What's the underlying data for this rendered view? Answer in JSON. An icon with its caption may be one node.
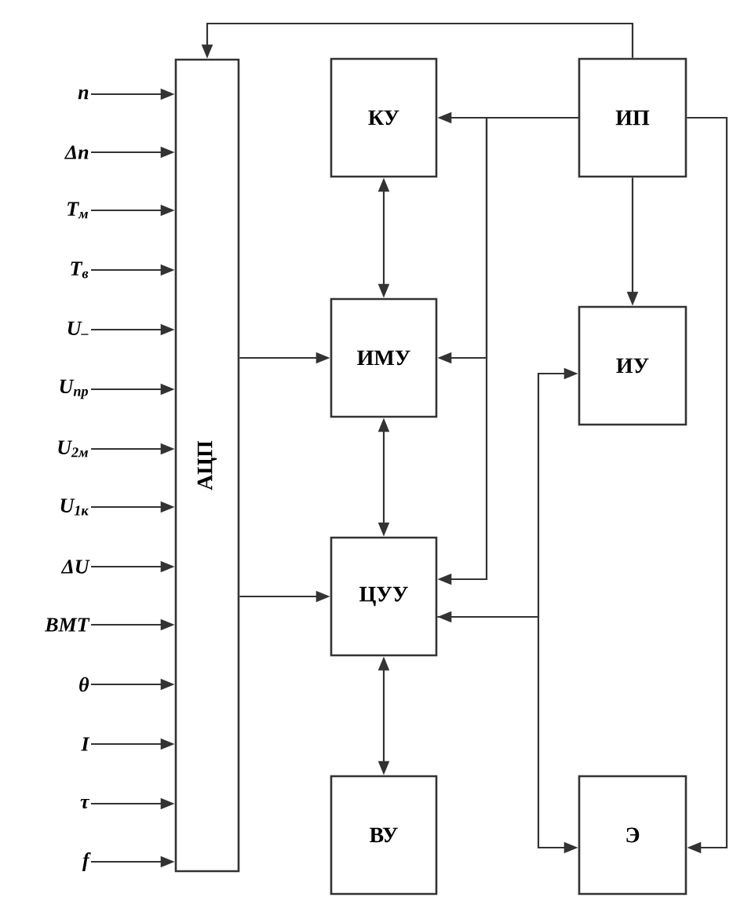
{
  "diagram": {
    "nodes": [
      {
        "text": [
          "n"
        ]
      },
      {
        "text": [
          "Δn"
        ]
      },
      {
        "text": [
          "T$_{м}$"
        ]
      },
      {
        "text": [
          "T$_{в}$"
        ]
      },
      {
        "text": [
          "U$_{–}$"
        ]
      },
      {
        "text": [
          "U$_{пр}$"
        ]
      },
      {
        "text": [
          "U$_{2м}$"
        ]
      },
      {
        "text": [
          "U$_{1к}$"
        ]
      },
      {
        "text": [
          "ΔU"
        ]
      },
      {
        "text": [
          "ВМТ"
        ]
      },
      {
        "text": [
          "θ"
        ]
      },
      {
        "text": [
          "I"
        ]
      },
      {
        "text": [
          "τ"
        ]
      },
      {
        "text": [
          "f"
        ]
      },
      {
        "text": [
          "АЦП"
        ]
      },
      {
        "text": [
          "КУ"
        ]
      },
      {
        "text": [
          "ИП"
        ]
      },
      {
        "text": [
          "ИМУ"
        ]
      },
      {
        "text": [
          "ИУ"
        ]
      },
      {
        "text": [
          "ЦУУ"
        ]
      },
      {
        "text": [
          "ВУ"
        ]
      },
      {
        "text": [
          "Э"
        ]
      }
    ],
    "edges": [
      {
        "from": 0,
        "to": 14,
        "arrow": "to"
      },
      {
        "from": 1,
        "to": 14,
        "arrow": "to"
      },
      {
        "from": 2,
        "to": 14,
        "arrow": "to"
      },
      {
        "from": 3,
        "to": 14,
        "arrow": "to"
      },
      {
        "from": 4,
        "to": 14,
        "arrow": "to"
      },
      {
        "from": 5,
        "to": 14,
        "arrow": "to"
      },
      {
        "from": 6,
        "to": 14,
        "arrow": "to"
      },
      {
        "from": 7,
        "to": 14,
        "arrow": "to"
      },
      {
        "from": 8,
        "to": 14,
        "arrow": "to"
      },
      {
        "from": 9,
        "to": 14,
        "arrow": "to"
      },
      {
        "from": 10,
        "to": 14,
        "arrow": "to"
      },
      {
        "from": 11,
        "to": 14,
        "arrow": "to"
      },
      {
        "from": 12,
        "to": 14,
        "arrow": "to"
      },
      {
        "from": 13,
        "to": 14,
        "arrow": "to"
      },
      {
        "from": 16,
        "to": 14,
        "arrow": "to"
      },
      {
        "from": 16,
        "to": 15,
        "arrow": "to"
      },
      {
        "from": 16,
        "to": 17,
        "arrow": "to"
      },
      {
        "from": 16,
        "to": 19,
        "arrow": "to"
      },
      {
        "from": 16,
        "to": 18,
        "arrow": "to"
      },
      {
        "from": 16,
        "to": 21,
        "arrow": "to"
      },
      {
        "from": 15,
        "to": 17,
        "arrow": "both"
      },
      {
        "from": 17,
        "to": 19,
        "arrow": "both"
      },
      {
        "from": 19,
        "to": 20,
        "arrow": "both"
      },
      {
        "from": 14,
        "to": 17,
        "arrow": "to"
      },
      {
        "from": 14,
        "to": 19,
        "arrow": "to"
      },
      {
        "from": 19,
        "to": 18,
        "arrow": "both"
      },
      {
        "from": 19,
        "to": 21,
        "arrow": "to"
      }
    ]
  }
}
